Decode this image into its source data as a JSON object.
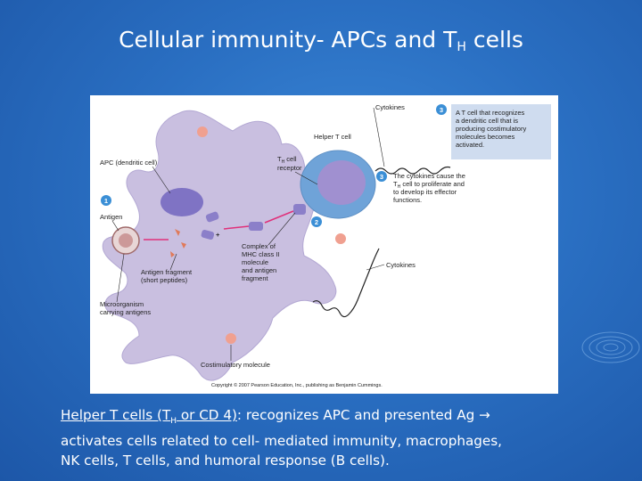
{
  "slide": {
    "title_main": "Cellular immunity- APCs and T",
    "title_sub": "H",
    "title_end": " cells"
  },
  "figure": {
    "labels": {
      "cytokines_top": "Cytokines",
      "helper_t_cell": "Helper T cell",
      "th_cell": "T",
      "th_sub": "H",
      "th_cell_rest": " cell",
      "receptor": "receptor",
      "apc": "APC (dendritic cell)",
      "antigen": "Antigen",
      "complex1": "Complex of",
      "complex2": "MHC class II",
      "complex3": "molecule",
      "complex4": "and antigen",
      "complex5": "fragment",
      "fragment1": "Antigen fragment",
      "fragment2": "(short peptides)",
      "micro1": "Microorganism",
      "micro2": "carrying antigens",
      "cytokines_right": "Cytokines",
      "costim": "Costimulatory molecule",
      "plus": "+",
      "copyright": "Copyright © 2007 Pearson Education, Inc., publishing as Benjamin Cummings."
    },
    "steps": {
      "one": "1",
      "two": "2",
      "three_a": "3",
      "three_b": "3"
    },
    "callout_box": [
      "A T cell that recognizes",
      "a dendritic cell that is",
      "producing costimulatory",
      "molecules becomes",
      "activated."
    ],
    "callout_3": [
      "The cytokines cause the",
      "cell to proliferate and",
      "to develop its effector",
      "functions."
    ],
    "callout_3_th": "T",
    "callout_3_sub": "H",
    "colors": {
      "apc_fill": "#c9bfe0",
      "nucleus": "#7f73c4",
      "tcell": "#6fa3d8",
      "step_badge": "#3b8fd6",
      "costim": "#f0a090",
      "arrow": "#e0307a"
    }
  },
  "body": {
    "term_a": "Helper T cells (T",
    "term_sub": "H",
    "term_b": " or CD 4)",
    "colon": ":",
    "line1_rest": "  recognizes APC and presented Ag ",
    "arrow": "→",
    "line2": "activates cells related to cell- mediated immunity, macrophages,",
    "line3": "NK cells, T cells, and humoral response (B cells)."
  }
}
